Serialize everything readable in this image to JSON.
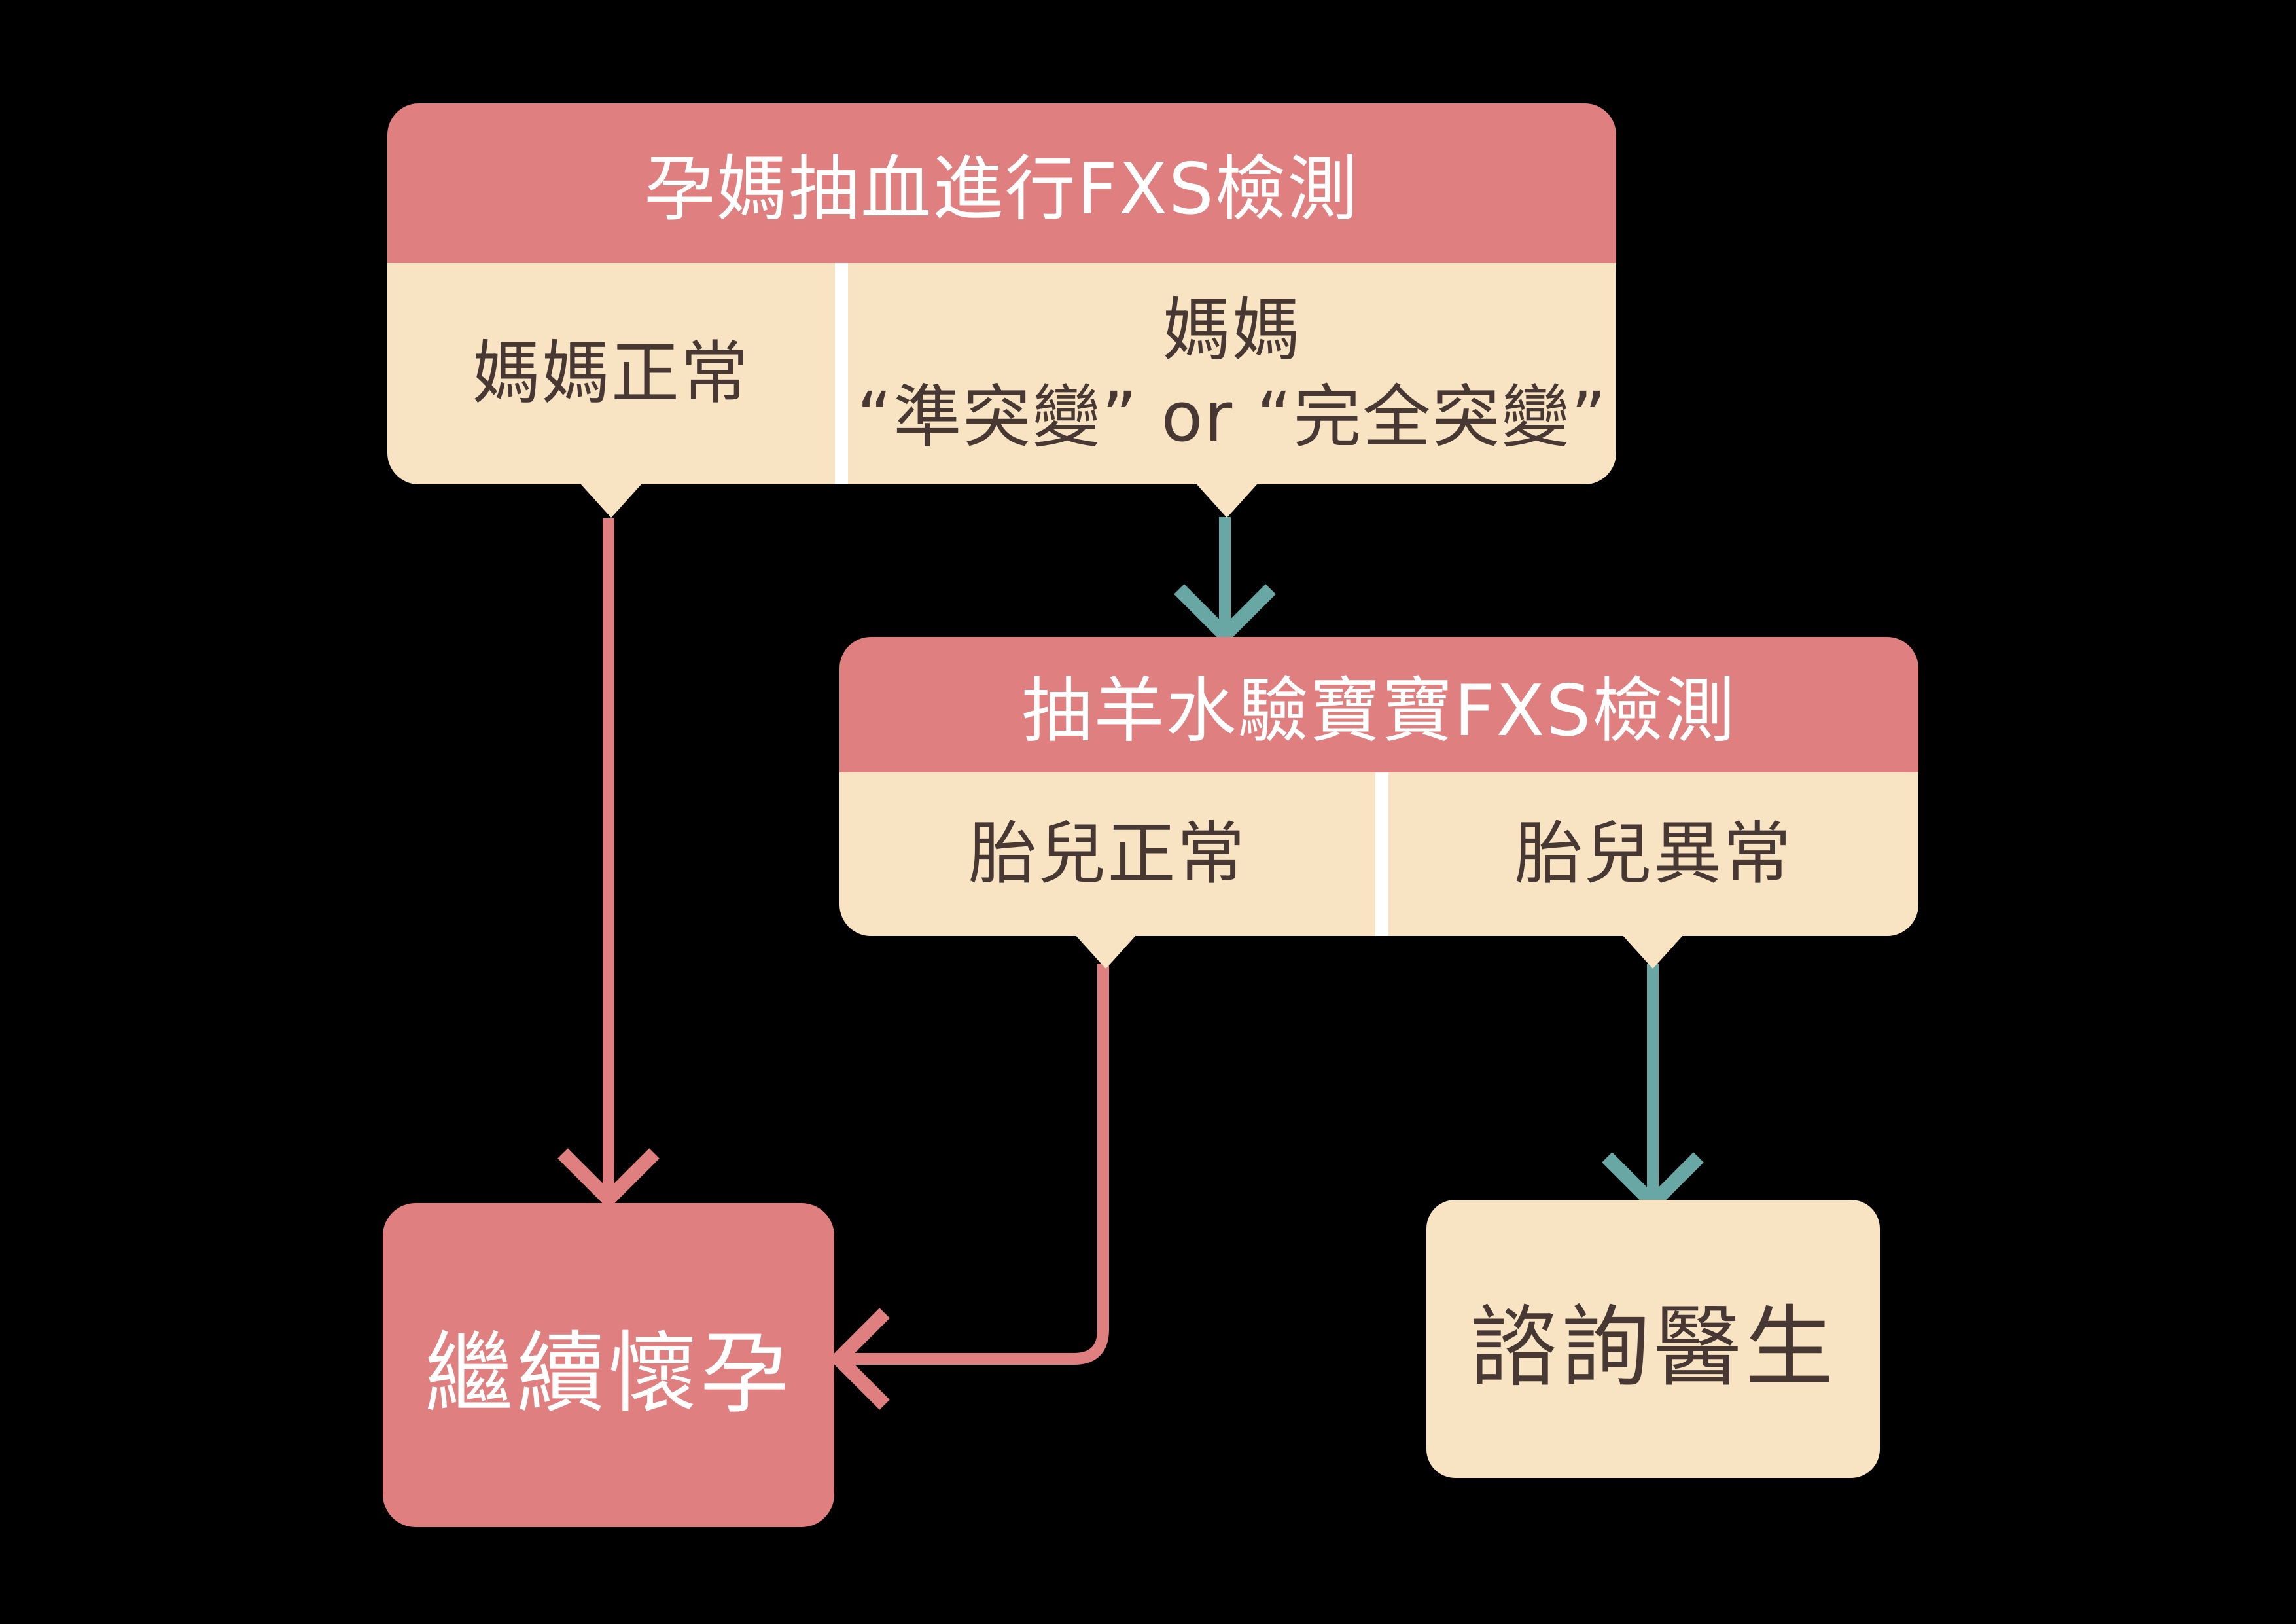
{
  "flowchart": {
    "box1": {
      "header": "孕媽抽血進行FXS檢測",
      "cells": [
        {
          "label": "媽媽正常"
        },
        {
          "line1": "媽媽",
          "line2": "“準突變” or “完全突變”"
        }
      ]
    },
    "box2": {
      "header": "抽羊水驗寶寶FXS檢測",
      "cells": [
        {
          "label": "胎兒正常"
        },
        {
          "label": "胎兒異常"
        }
      ]
    },
    "results": {
      "continue_pregnancy": {
        "label": "繼續懷孕"
      },
      "consult_doctor": {
        "label": "諮詢醫生"
      }
    }
  },
  "colors": {
    "pink": "#DF7F7F",
    "cream": "#F8E3C3",
    "teal": "#68A7A3",
    "text_dark": "#483834",
    "text_light": "#FFFFFF",
    "divider": "#FFFFFF",
    "background": "#000000"
  }
}
